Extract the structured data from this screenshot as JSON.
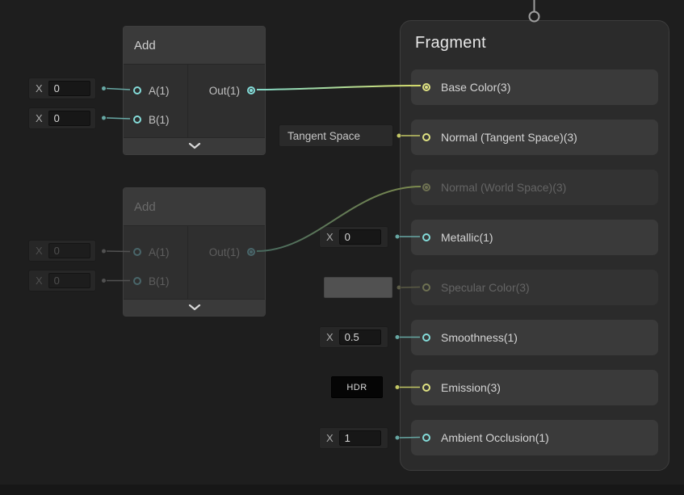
{
  "colors": {
    "canvas_bg": "#1e1e1e",
    "vec1_port": "#84dcd9",
    "vec3_port": "#dfe283",
    "vec1_dim": "#49666a",
    "vec3_dim": "#6e7152",
    "edge1_start": "#82d8c8",
    "edge1_end": "#d9df6b",
    "edge2_start": "#47695f",
    "edge2_end": "#7d8b4e",
    "conn_cyan": "#67a8a4",
    "conn_yellow": "#c3c765",
    "conn_dim": "#515151",
    "conn_dim_yellow": "#5b5b45",
    "stack_link": "#9e9e9e"
  },
  "stack": {
    "title": "Fragment",
    "rows": [
      {
        "label": "Base Color(3)"
      },
      {
        "label": "Normal (Tangent Space)(3)"
      },
      {
        "label": "Normal (World Space)(3)"
      },
      {
        "label": "Metallic(1)"
      },
      {
        "label": "Specular Color(3)"
      },
      {
        "label": "Smoothness(1)"
      },
      {
        "label": "Emission(3)"
      },
      {
        "label": "Ambient Occlusion(1)"
      }
    ]
  },
  "add1": {
    "title": "Add",
    "port_a": "A(1)",
    "port_b": "B(1)",
    "port_out": "Out(1)"
  },
  "add2": {
    "title": "Add",
    "port_a": "A(1)",
    "port_b": "B(1)",
    "port_out": "Out(1)"
  },
  "inputs": {
    "add1_a": {
      "label": "X",
      "value": "0"
    },
    "add1_b": {
      "label": "X",
      "value": "0"
    },
    "add2_a": {
      "label": "X",
      "value": "0"
    },
    "add2_b": {
      "label": "X",
      "value": "0"
    },
    "normal_space": {
      "value": "Tangent Space"
    },
    "metallic": {
      "label": "X",
      "value": "0"
    },
    "smoothness": {
      "label": "X",
      "value": "0.5"
    },
    "emission": {
      "label": "HDR"
    },
    "ambient_occlusion": {
      "label": "X",
      "value": "1"
    }
  }
}
